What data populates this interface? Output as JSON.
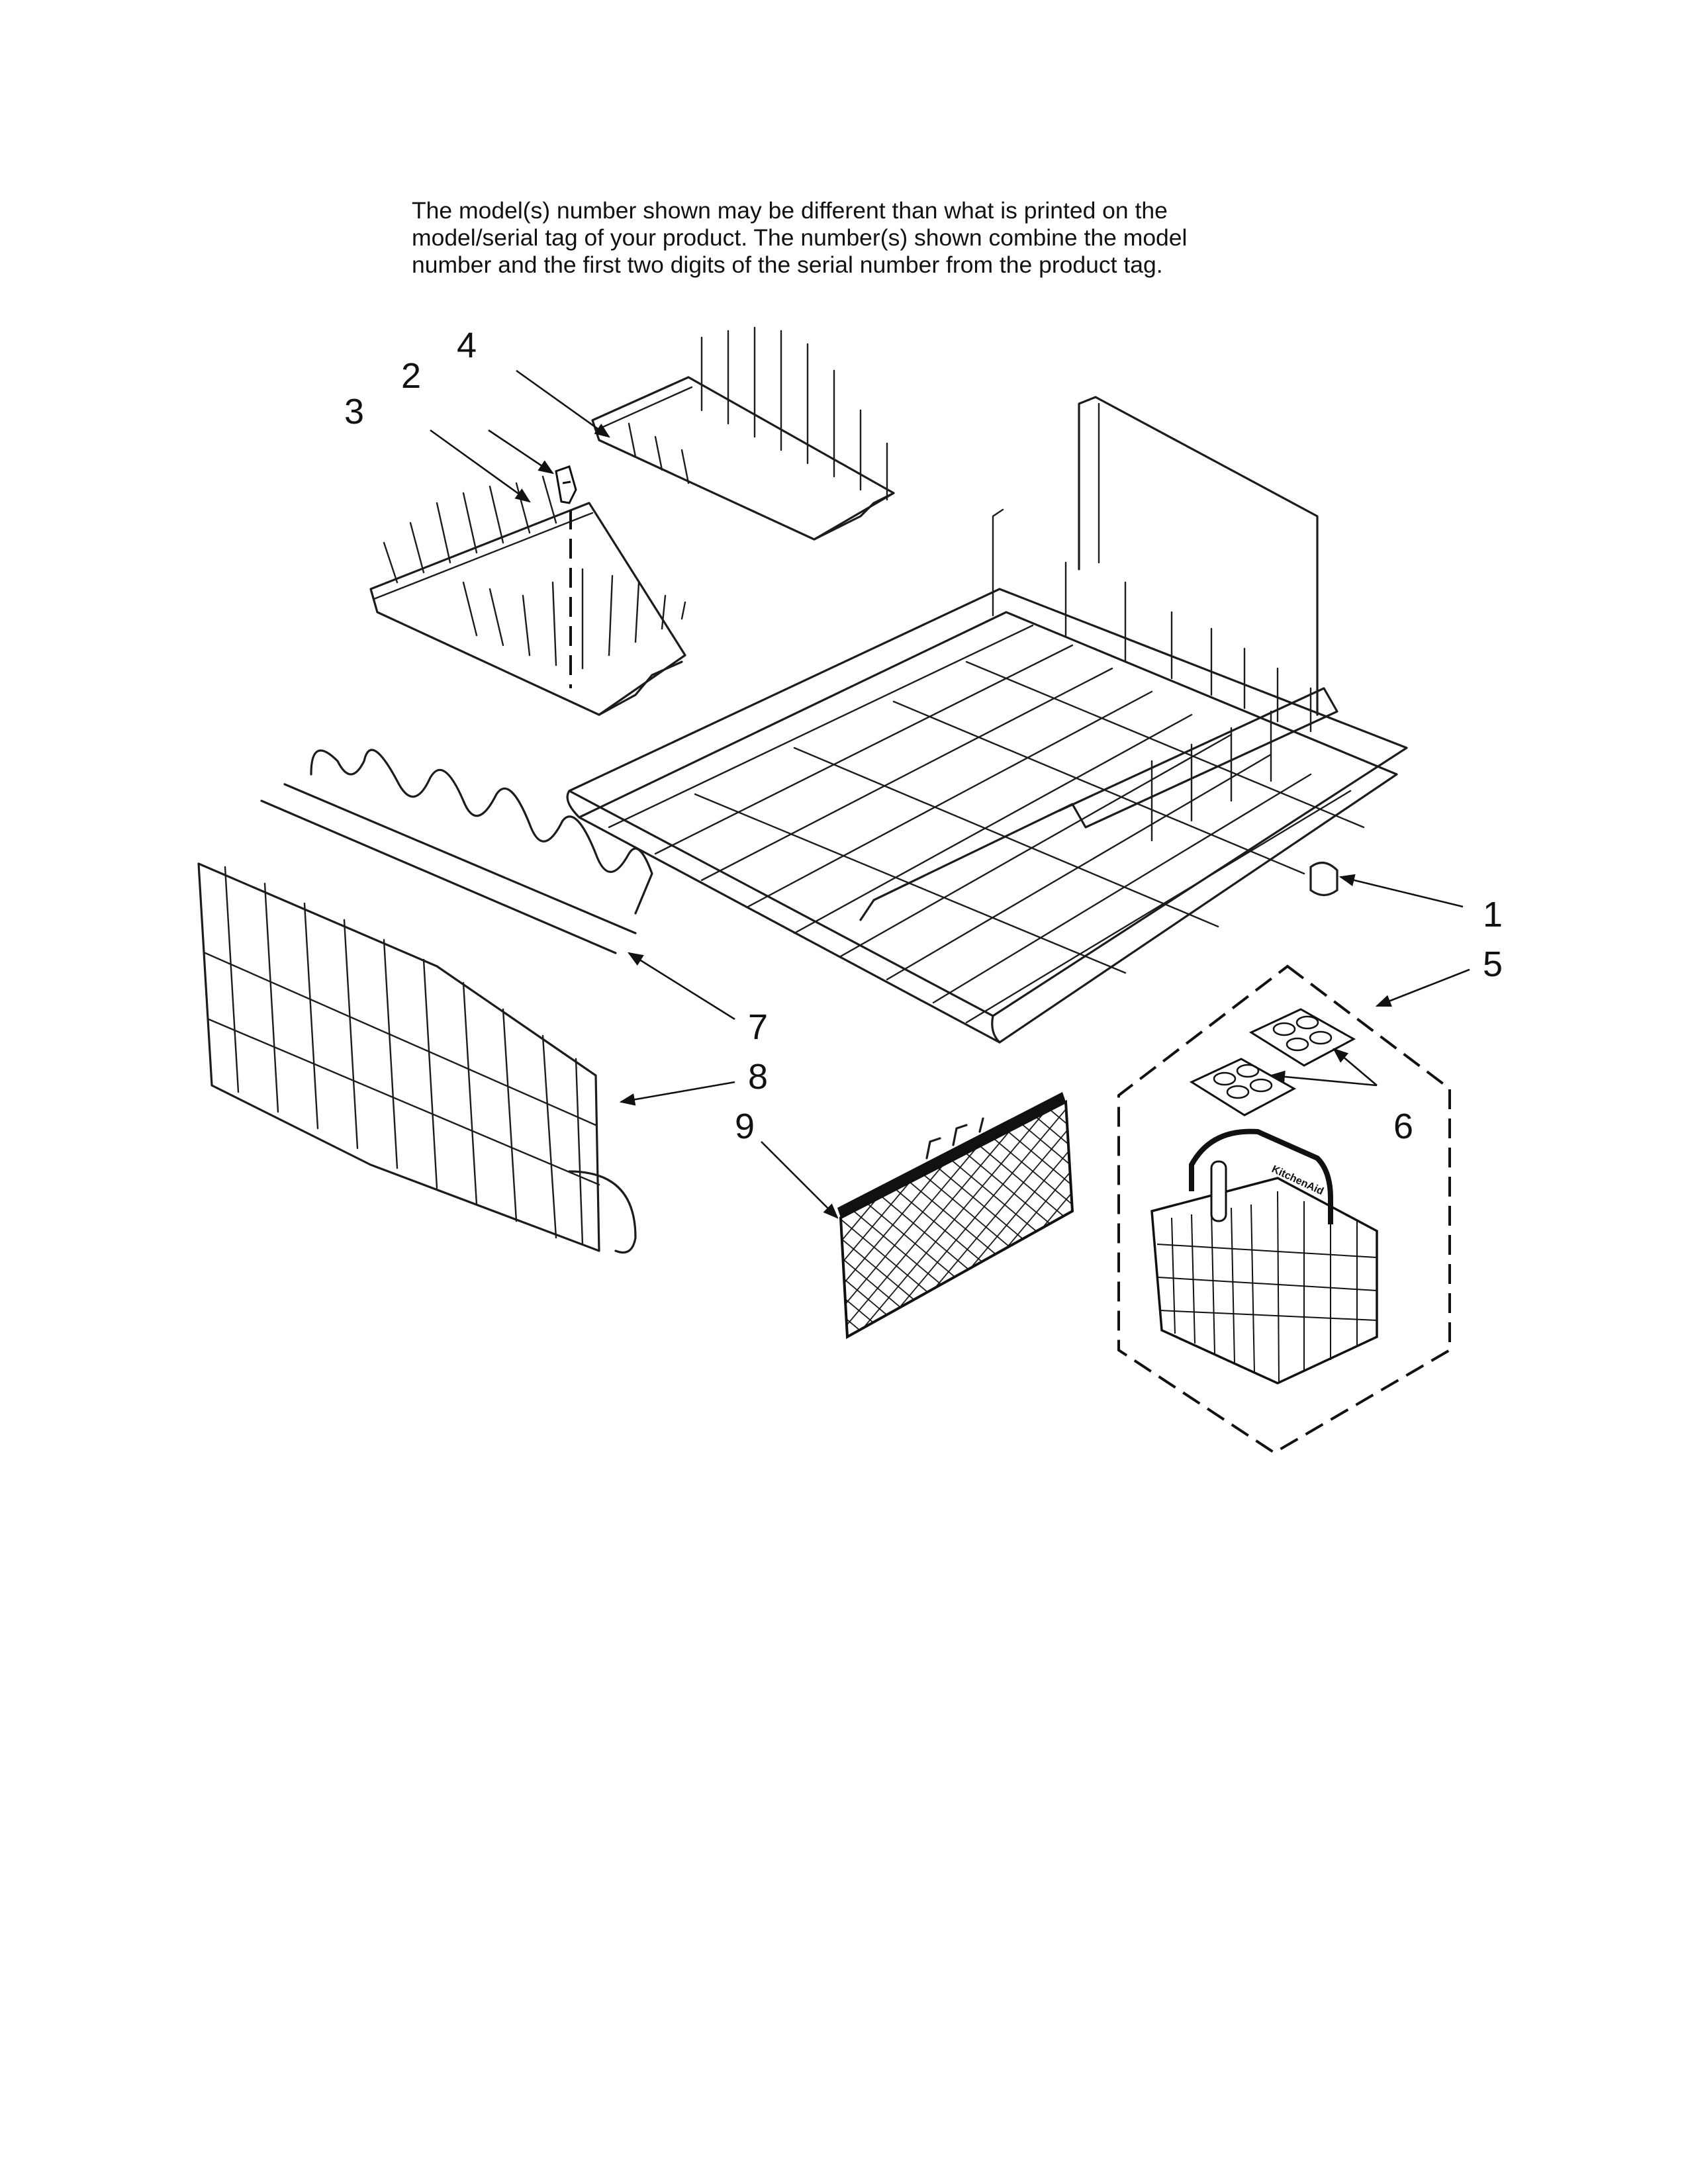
{
  "notice": {
    "lines": [
      "The model(s) number shown may be different than what is printed on the",
      "model/serial tag of your product. The number(s) shown combine the model",
      "number and the first two digits of the serial number from the product tag."
    ]
  },
  "callouts": {
    "c1": "1",
    "c2": "2",
    "c3": "3",
    "c4": "4",
    "c5": "5",
    "c6": "6",
    "c7": "7",
    "c8": "8",
    "c9": "9"
  },
  "logo_text": "KitchenAid"
}
